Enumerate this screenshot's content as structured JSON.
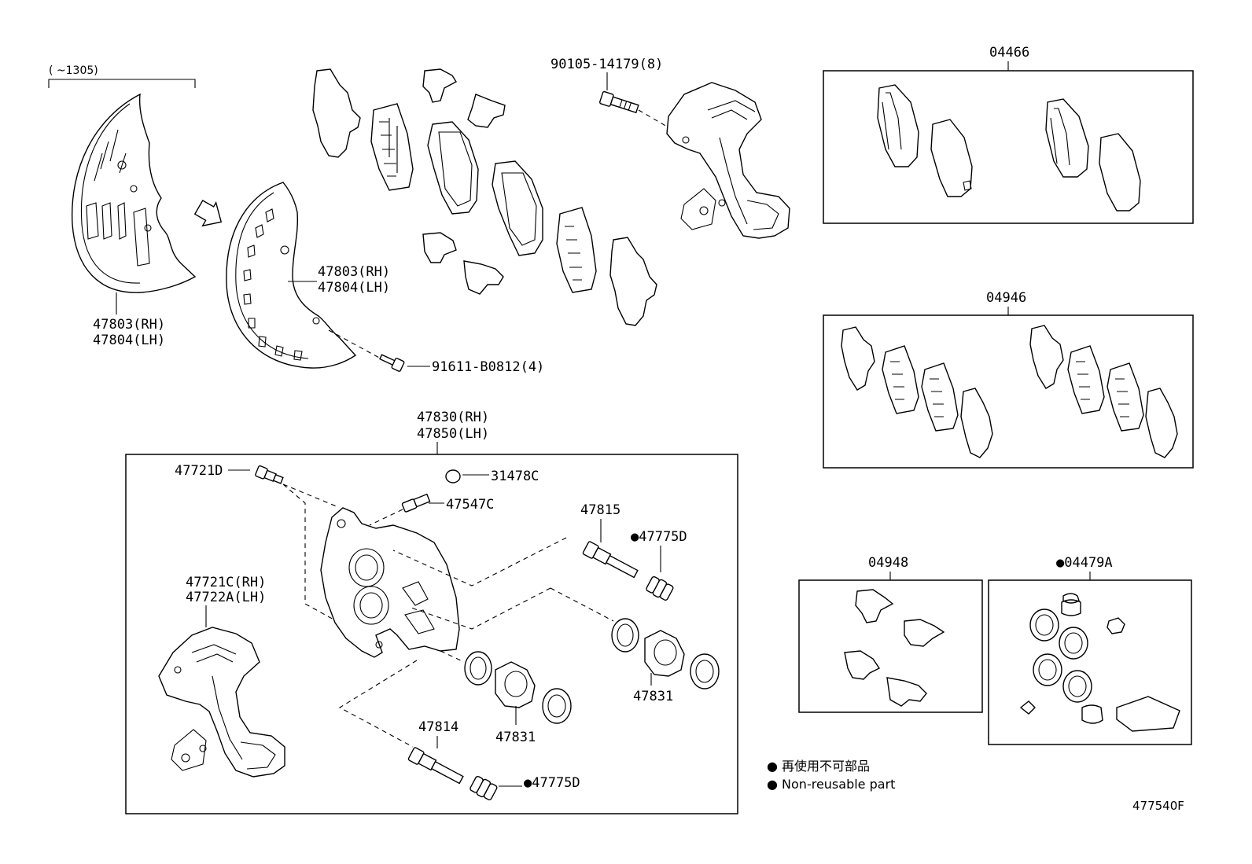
{
  "labels": {
    "date_range": "(     ~1305)",
    "shield_old_rh": "47803(RH)",
    "shield_old_lh": "47804(LH)",
    "shield_new_rh": "47803(RH)",
    "shield_new_lh": "47804(LH)",
    "screw_shield": "91611-B0812(4)",
    "bolt_support": "90105-14179(8)",
    "kit_04466": "04466",
    "kit_04946": "04946",
    "kit_04948": "04948",
    "kit_04479a": "●04479A",
    "caliper_rh": "47830(RH)",
    "caliper_lh": "47850(LH)",
    "bleeder": "47721D",
    "bleeder_cap": "31478C",
    "bushing_47547c": "47547C",
    "pin_47815": "47815",
    "boot_top": "●47775D",
    "boot_bottom": "●47775D",
    "support_rh": "47721C(RH)",
    "support_lh": "47722A(LH)",
    "piston_right": "47831",
    "piston_left": "47831",
    "pin_47814": "47814"
  },
  "legend": {
    "japanese": "● 再使用不可部品",
    "english": "● Non-reusable part"
  },
  "illustration_code": "477540F"
}
